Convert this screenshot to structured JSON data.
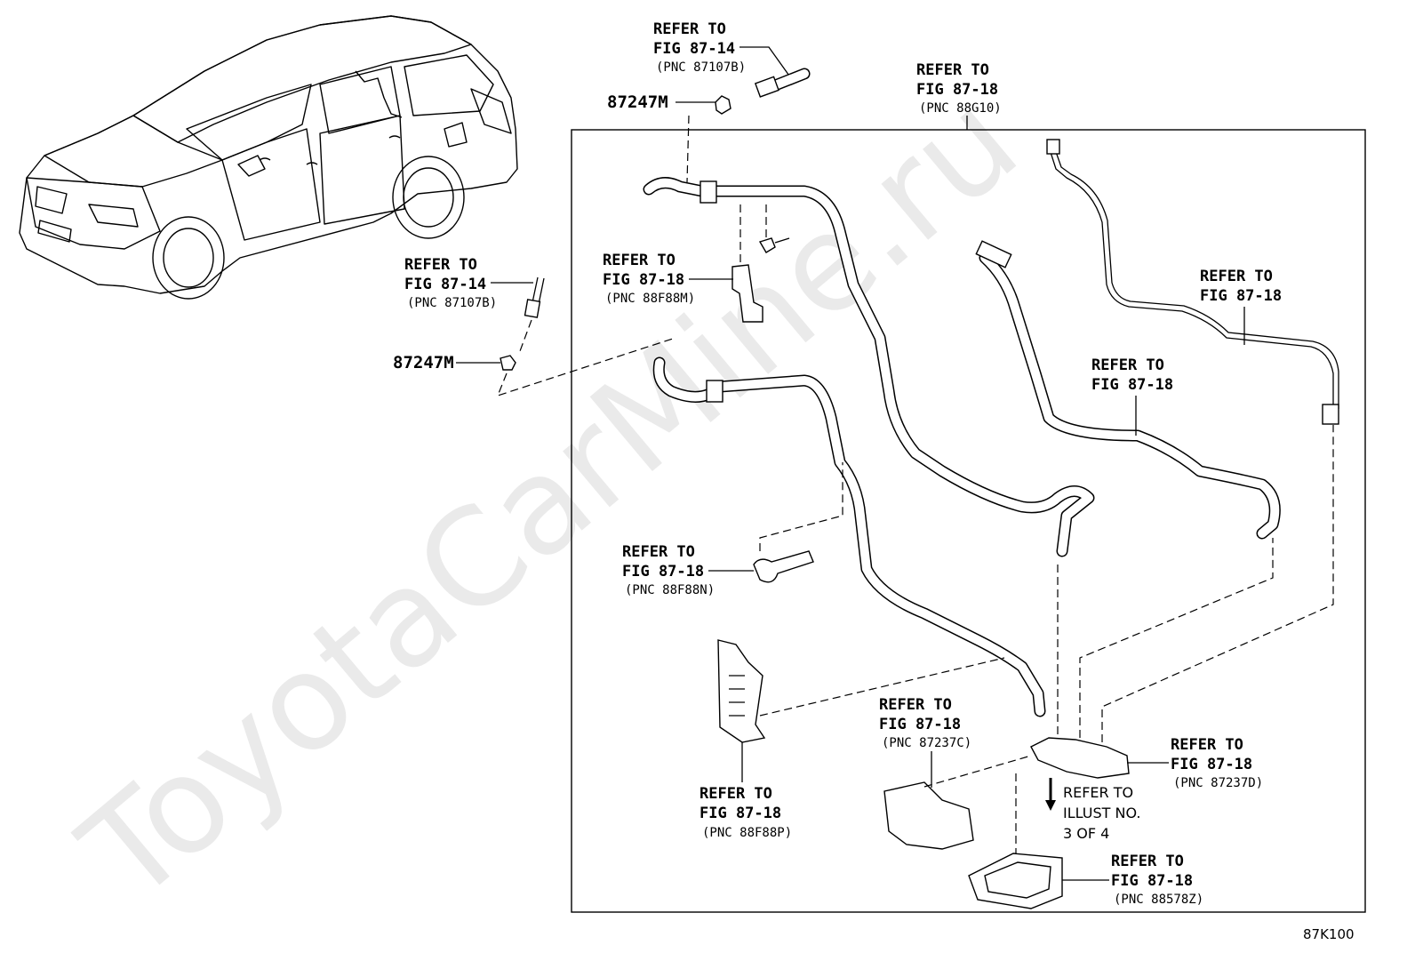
{
  "watermark": "ToyotaCarMine.ru",
  "diagram_code": "87K100",
  "part_numbers": {
    "clip_upper": "87247M",
    "clip_left": "87247M"
  },
  "callouts": {
    "top_hose": {
      "line1": "REFER TO",
      "line2": "FIG 87-14",
      "pnc": "(PNC 87107B)"
    },
    "frame": {
      "line1": "REFER TO",
      "line2": "FIG 87-18",
      "pnc": "(PNC 88G10)"
    },
    "left_hose": {
      "line1": "REFER TO",
      "line2": "FIG 87-14",
      "pnc": "(PNC 87107B)"
    },
    "bracket_m": {
      "line1": "REFER TO",
      "line2": "FIG 87-18",
      "pnc": "(PNC 88F88M)"
    },
    "right_pipe": {
      "line1": "REFER TO",
      "line2": "FIG 87-18"
    },
    "mid_hose": {
      "line1": "REFER TO",
      "line2": "FIG 87-18"
    },
    "clamp_n": {
      "line1": "REFER TO",
      "line2": "FIG 87-18",
      "pnc": "(PNC 88F88N)"
    },
    "bracket_p": {
      "line1": "REFER TO",
      "line2": "FIG 87-18",
      "pnc": "(PNC 88F88P)"
    },
    "cover_c": {
      "line1": "REFER TO",
      "line2": "FIG 87-18",
      "pnc": "(PNC 87237C)"
    },
    "joint_d": {
      "line1": "REFER TO",
      "line2": "FIG 87-18",
      "pnc": "(PNC 87237D)"
    },
    "seal_z": {
      "line1": "REFER TO",
      "line2": "FIG 87-18",
      "pnc": "(PNC 88578Z)"
    }
  },
  "illust_ref": {
    "line1": "REFER TO",
    "line2": "ILLUST NO.",
    "line3": "3 OF 4"
  }
}
